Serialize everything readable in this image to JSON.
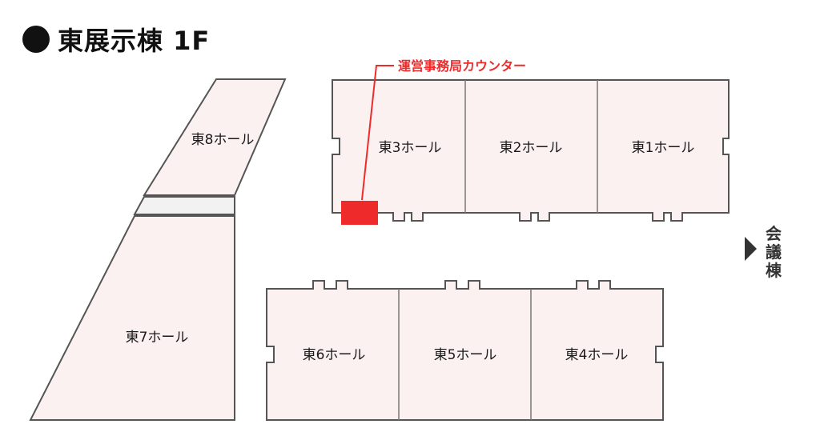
{
  "header": {
    "title": "東展示棟 1F"
  },
  "halls": {
    "h1": "東1ホール",
    "h2": "東2ホール",
    "h3": "東3ホール",
    "h4": "東4ホール",
    "h5": "東5ホール",
    "h6": "東6ホール",
    "h7": "東7ホール",
    "h8": "東8ホール"
  },
  "counter": {
    "label": "運営事務局カウンター",
    "color": "#ee2a2a"
  },
  "conference": {
    "label1": "会",
    "label2": "議",
    "label3": "棟"
  }
}
